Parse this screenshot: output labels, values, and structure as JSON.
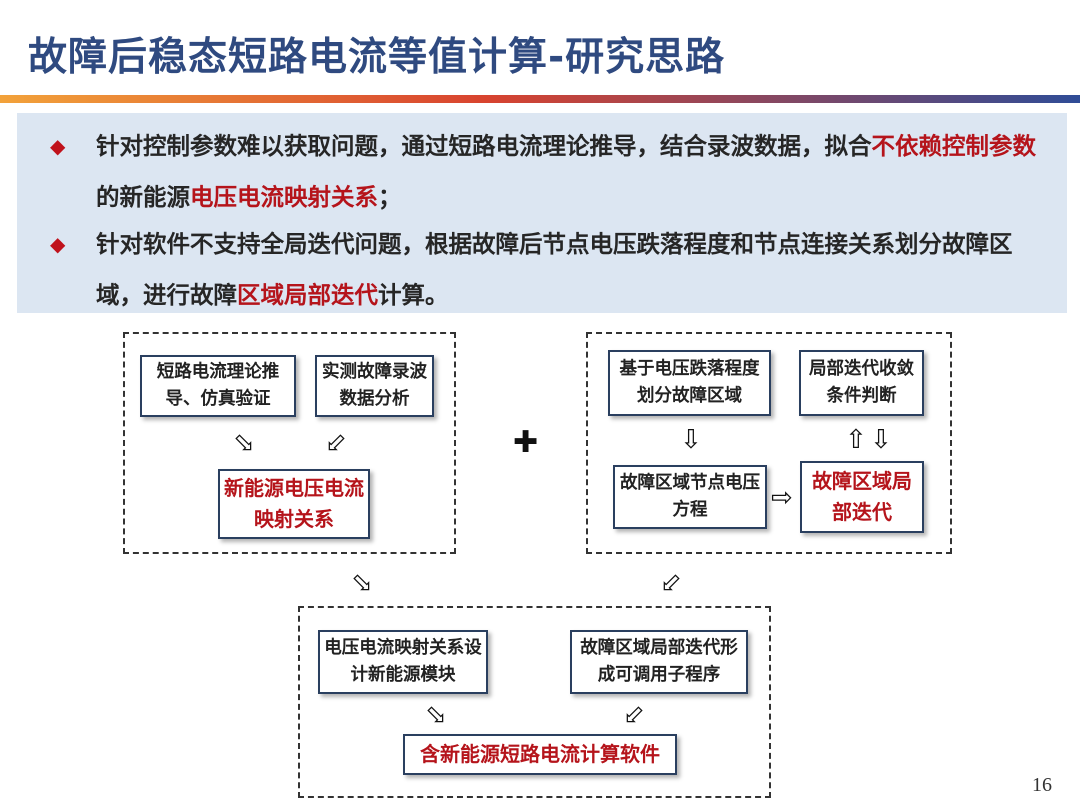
{
  "slide": {
    "title": "故障后稳态短路电流等值计算-研究思路",
    "page_number": "16"
  },
  "bullets": [
    {
      "marker": "◆",
      "parts": [
        {
          "text": "针对控制参数难以获取问题，通过短路电流理论推导，结合录波数据，拟合",
          "highlight": false
        },
        {
          "text": "不依赖控制参数",
          "highlight": true
        },
        {
          "text": "的新能源",
          "highlight": false
        },
        {
          "text": "电压电流映射关系",
          "highlight": true
        },
        {
          "text": "；",
          "highlight": false
        }
      ]
    },
    {
      "marker": "◆",
      "parts": [
        {
          "text": "针对软件不支持全局迭代问题，根据故障后节点电压跌落程度和节点连接关系划分故障区域，进行故障",
          "highlight": false
        },
        {
          "text": "区域局部迭代",
          "highlight": true
        },
        {
          "text": "计算。",
          "highlight": false
        }
      ]
    }
  ],
  "diagram": {
    "left_group": {
      "theory_box": "短路电流理论推导、仿真验证",
      "recording_box": "实测故障录波数据分析",
      "mapping_box": "新能源电压电流映射关系"
    },
    "plus_symbol": "✚",
    "right_group": {
      "partition_box": "基于电压跌落程度划分故障区域",
      "convergence_box": "局部迭代收敛条件判断",
      "equation_box": "故障区域节点电压方程",
      "local_iter_box": "故障区域局部迭代"
    },
    "bottom_group": {
      "module_box": "电压电流映射关系设计新能源模块",
      "subroutine_box": "故障区域局部迭代形成可调用子程序",
      "software_box": "含新能源短路电流计算软件"
    },
    "arrows": {
      "down_right": "⬂",
      "down_left": "⬃",
      "down": "⇩",
      "up": "⇧",
      "right": "⇨"
    }
  },
  "colors": {
    "title": "#2F4A80",
    "highlight": "#B5141B",
    "bullet_background": "#DCE6F2",
    "marker": "#C0121C"
  }
}
